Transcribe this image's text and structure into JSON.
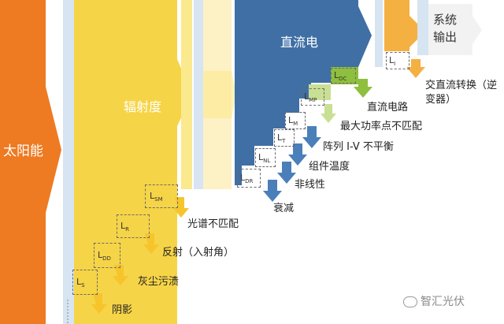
{
  "colors": {
    "solar": "#ee7a22",
    "irradiance": "#f6d447",
    "irradiance_light": "#fbe98d",
    "dc": "#3f6fa4",
    "dc_arrow": "#4a7fb9",
    "green": "#8fbf3e",
    "green_light": "#c9df94",
    "ac": "#f5b042",
    "output_box": "#f2f2f2",
    "pale_blue": "#d7e4f1",
    "pale_yellow": "#fdf1c6"
  },
  "stages": {
    "solar": "太阳能",
    "irradiance": "辐射度",
    "dc": "直流电",
    "output": [
      "系统",
      "输出"
    ]
  },
  "losses": [
    {
      "key": "shading",
      "symbol": "L",
      "sub": "S",
      "label": "阴影",
      "group": "irradiance"
    },
    {
      "key": "soiling",
      "symbol": "L",
      "sub": "DD",
      "label": "灰尘污渍",
      "group": "irradiance"
    },
    {
      "key": "reflection",
      "symbol": "L",
      "sub": "R",
      "label": "反射（入射角）",
      "group": "irradiance"
    },
    {
      "key": "spectral",
      "symbol": "L",
      "sub": "SM",
      "label": "光谱不匹配",
      "group": "irradiance"
    },
    {
      "key": "degradation",
      "symbol": "L",
      "sub": "DR",
      "label": "衰减",
      "group": "dc"
    },
    {
      "key": "nonlinear",
      "symbol": "L",
      "sub": "NL",
      "label": "非线性",
      "group": "dc"
    },
    {
      "key": "temperature",
      "symbol": "L",
      "sub": "T",
      "label": "组件温度",
      "group": "dc"
    },
    {
      "key": "mismatch",
      "symbol": "L",
      "sub": "M",
      "label": "阵列 I-V 不平衡",
      "group": "dc"
    },
    {
      "key": "mpp",
      "symbol": "L",
      "sub": "MP",
      "label": "最大功率点不匹配",
      "group": "dc"
    },
    {
      "key": "dc_circuit",
      "symbol": "L",
      "sub": "DC",
      "label": "直流电路",
      "group": "green"
    },
    {
      "key": "inverter",
      "symbol": "L",
      "sub": "I",
      "label": "交直流转换（逆变器）",
      "group": "ac"
    }
  ],
  "watermark": "智汇光伏"
}
